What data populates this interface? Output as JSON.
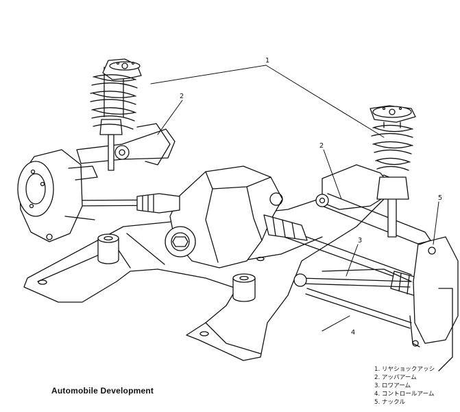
{
  "callouts": [
    {
      "number": "1"
    },
    {
      "number": "2"
    },
    {
      "number": "2"
    },
    {
      "number": "3"
    },
    {
      "number": "4"
    },
    {
      "number": "5"
    }
  ],
  "credit": "Automobile Development",
  "legend": [
    "1. リヤショックアッシ",
    "2. アッパアーム",
    "3. ロワアーム",
    "4. コントロールアーム",
    "5. ナックル"
  ]
}
